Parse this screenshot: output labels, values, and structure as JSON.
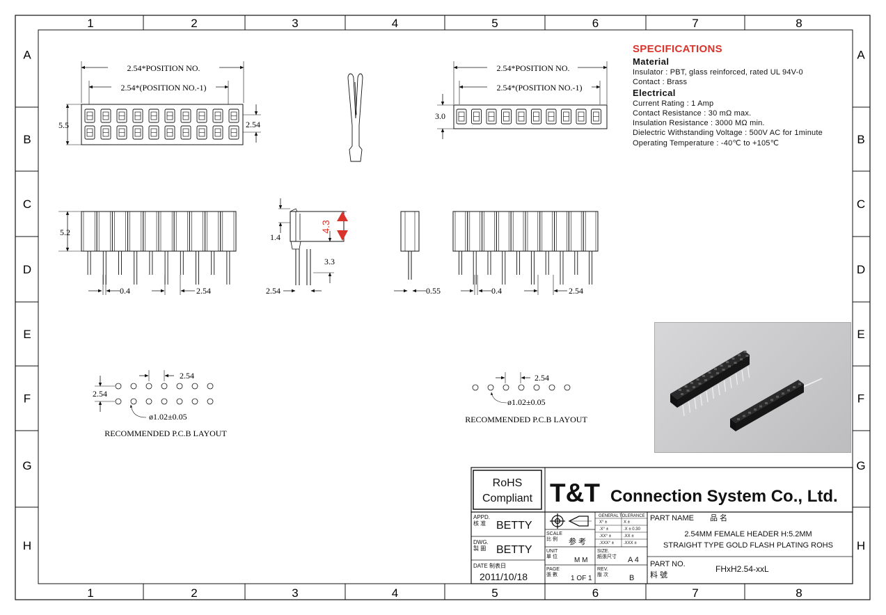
{
  "grid": {
    "columns": [
      "1",
      "2",
      "3",
      "4",
      "5",
      "6",
      "7",
      "8"
    ],
    "rows": [
      "A",
      "B",
      "C",
      "D",
      "E",
      "F",
      "G",
      "H"
    ]
  },
  "dims": {
    "top_left": {
      "overall": "2.54*POSITION NO.",
      "inner": "2.54*(POSITION NO.-1)",
      "height": "5.5",
      "pitch": "2.54"
    },
    "top_right": {
      "overall": "2.54*POSITION NO.",
      "inner": "2.54*(POSITION NO.-1)",
      "height": "3.0"
    },
    "side_left": {
      "height": "5.2",
      "pin_width": "0.4",
      "pitch": "2.54"
    },
    "side_mid": {
      "top_offset": "1.4",
      "body": "4.3",
      "tail": "3.3",
      "pitch": "2.54"
    },
    "side_small": {
      "pin_width": "0.55"
    },
    "side_right": {
      "pin_width": "0.4",
      "pitch": "2.54"
    },
    "pcb_left": {
      "pitch_h": "2.54",
      "pitch_v": "2.54",
      "hole": "ø1.02±0.05",
      "label": "RECOMMENDED P.C.B LAYOUT"
    },
    "pcb_right": {
      "pitch_h": "2.54",
      "hole": "ø1.02±0.05",
      "label": "RECOMMENDED P.C.B LAYOUT"
    }
  },
  "specs": {
    "title": "SPECIFICATIONS",
    "material_heading": "Material",
    "material": [
      "Insulator : PBT, glass reinforced, rated UL 94V-0",
      "Contact : Brass"
    ],
    "electrical_heading": "Electrical",
    "electrical": [
      "Current Rating : 1 Amp",
      "Contact Resistance : 30 mΩ max.",
      "Insulation Resistance : 3000 MΩ min.",
      "Dielectric Withstanding Voltage : 500V AC for 1minute",
      "Operating Temperature : -40℃ to +105℃"
    ]
  },
  "title_block": {
    "rohs": [
      "RoHS",
      "Compliant"
    ],
    "company_logo": "T&T",
    "company": "Connection System Co., Ltd.",
    "appd_label": "APPD.",
    "appd_cn": "核 准",
    "appd": "BETTY",
    "dwg_label": "DWG.",
    "dwg_cn": "製 圖",
    "dwg": "BETTY",
    "date_label": "DATE 制表日",
    "date": "2011/10/18",
    "scale_label": "SCALE",
    "scale_cn": "比 例",
    "scale": "参 考",
    "unit_label": "UNIT",
    "unit_cn": "單 位",
    "unit": "M M",
    "page_label": "PAGE",
    "page_cn": "張 數",
    "page": "1 OF 1",
    "tolerance_label": "GENERAL TOLERANCE",
    "tolerance_rows": [
      [
        "X° ±",
        "X ±"
      ],
      [
        ".X° ±",
        ".X ± 0.30"
      ],
      [
        ".XX° ±",
        ".XX ±"
      ],
      [
        ".XXX° ±",
        ".XXX ±"
      ]
    ],
    "size_label": "SIZE.",
    "size_cn": "紙張尺寸",
    "size": "A 4",
    "rev_label": "REV.",
    "rev_cn": "版 次",
    "rev": "B",
    "part_name_label": "PART NAME",
    "part_name_cn": "品  名",
    "part_name_1": "2.54MM FEMALE HEADER H:5.2MM",
    "part_name_2": "STRAIGHT TYPE GOLD FLASH PLATING ROHS",
    "part_no_label": "PART NO.",
    "part_no_cn": "料  號",
    "part_no": "FHxH2.54-xxL"
  },
  "colors": {
    "arrow_red": "#d9342b",
    "spec_red": "#d9342b",
    "line": "#111111"
  }
}
